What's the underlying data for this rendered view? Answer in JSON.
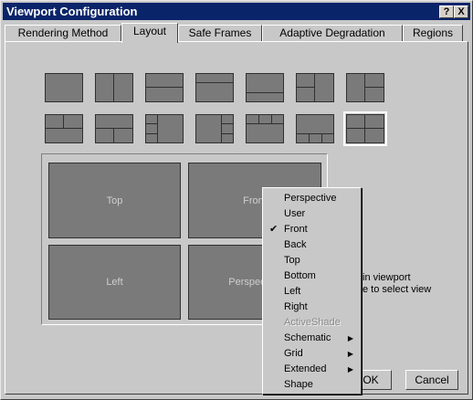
{
  "window": {
    "title": "Viewport Configuration",
    "help_button": "?",
    "close_button": "X"
  },
  "tabs": [
    {
      "label": "Rendering Method",
      "active": false
    },
    {
      "label": "Layout",
      "active": true
    },
    {
      "label": "Safe Frames",
      "active": false
    },
    {
      "label": "Adaptive Degradation",
      "active": false
    },
    {
      "label": "Regions",
      "active": false
    }
  ],
  "layout_presets": {
    "count": 14,
    "selected_index": 13
  },
  "preview": {
    "viewports": [
      {
        "label": "Top"
      },
      {
        "label": "Front"
      },
      {
        "label": "Left"
      },
      {
        "label": "Perspective"
      }
    ]
  },
  "hint": {
    "line1": "in viewport",
    "line2": "e to select view"
  },
  "buttons": {
    "ok": "OK",
    "cancel": "Cancel"
  },
  "context_menu": {
    "items": [
      {
        "label": "Perspective"
      },
      {
        "label": "User"
      },
      {
        "label": "Front",
        "checked": true
      },
      {
        "label": "Back"
      },
      {
        "label": "Top"
      },
      {
        "label": "Bottom"
      },
      {
        "label": "Left"
      },
      {
        "label": "Right"
      },
      {
        "label": "ActiveShade",
        "disabled": true
      },
      {
        "label": "Schematic",
        "submenu": true
      },
      {
        "label": "Grid",
        "submenu": true
      },
      {
        "label": "Extended",
        "submenu": true
      },
      {
        "label": "Shape"
      }
    ]
  }
}
